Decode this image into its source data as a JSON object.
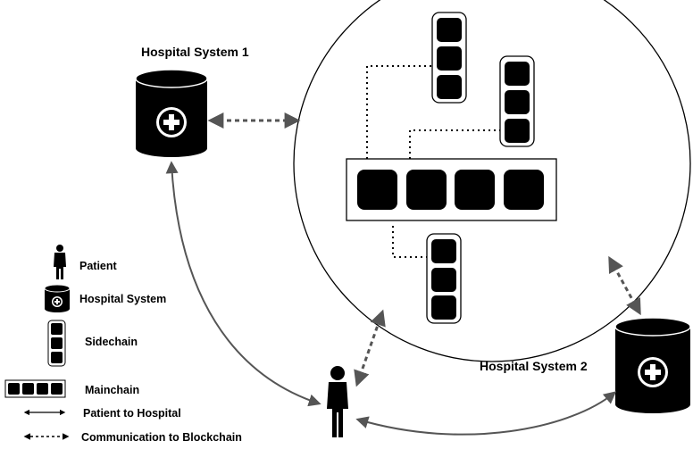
{
  "hospital_1": {
    "label": "Hospital System 1",
    "icon": "hospital-database-icon"
  },
  "hospital_2": {
    "label": "Hospital System 2",
    "icon": "hospital-database-icon"
  },
  "blockchain": {
    "mainchain_blocks": 4,
    "sidechains": 3
  },
  "patient": {
    "icon": "patient-figure-icon"
  },
  "legend": {
    "patient": "Patient",
    "hospital_system": "Hospital System",
    "sidechain": "Sidechain",
    "mainchain": "Mainchain",
    "patient_to_hospital": "Patient to Hospital",
    "communication": "Communication to Blockchain"
  },
  "colors": {
    "ink": "#000000",
    "arrow": "#555555",
    "block": "#000000"
  }
}
